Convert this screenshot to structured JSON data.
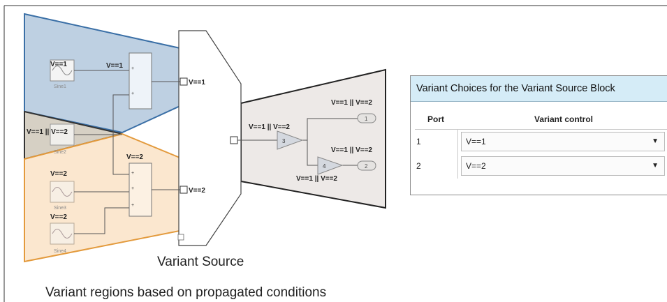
{
  "diagram": {
    "source_caption": "Variant Source",
    "caption": "Variant regions based on propagated conditions",
    "sine_blocks": [
      {
        "label": "V==1",
        "name": "Sine1"
      },
      {
        "label": "V==1 || V==2",
        "name": "Sine2"
      },
      {
        "label": "V==2",
        "name": "Sine3"
      },
      {
        "label": "V==2",
        "name": "Sine4"
      }
    ],
    "sum1_label": "V==1",
    "sum2_label": "V==2",
    "port1_label": "V==1",
    "port2_label": "V==2",
    "gain3": {
      "label": "V==1 || V==2",
      "value": "3"
    },
    "gain4": {
      "label": "V==1 || V==2",
      "value": "4"
    },
    "out1": {
      "label": "V==1 || V==2",
      "value": "1"
    },
    "out2": {
      "label": "V==1 || V==2",
      "value": "2"
    },
    "colors": {
      "blue_region": "#bed0e2",
      "blue_border": "#3a6fa6",
      "gray_region": "#d6d0c4",
      "orange_region": "#fbe7cf",
      "orange_border": "#e39a3c",
      "output_region": "#ede9e7"
    }
  },
  "variant_panel": {
    "title": "Variant Choices for the Variant Source Block",
    "columns": [
      "Port",
      "Variant control"
    ],
    "rows": [
      {
        "port": "1",
        "control": "V==1"
      },
      {
        "port": "2",
        "control": "V==2"
      }
    ]
  }
}
